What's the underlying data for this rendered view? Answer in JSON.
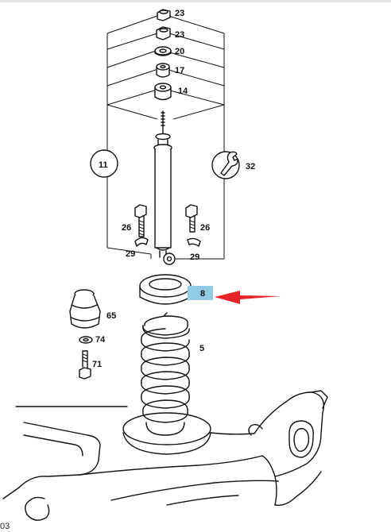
{
  "callouts": {
    "nut_top": "23",
    "nut_second": "23",
    "washer": "20",
    "bushing_upper": "17",
    "bushing_lower": "14",
    "group_left": "11",
    "wrench_ref": "32",
    "bolt_left": "26",
    "bolt_right": "26",
    "clip_left": "29",
    "clip_right": "29",
    "spring_seat": "8",
    "bump_stop": "65",
    "spring_washer": "74",
    "bump_bolt": "71",
    "coil_spring": "5"
  },
  "corner_text": "03",
  "colors": {
    "highlight": "#8fcbe3",
    "arrow": "#e8242b",
    "ink": "#111111"
  },
  "icons": {
    "wrench": "wrench-icon",
    "arrow": "arrow-left-icon"
  }
}
